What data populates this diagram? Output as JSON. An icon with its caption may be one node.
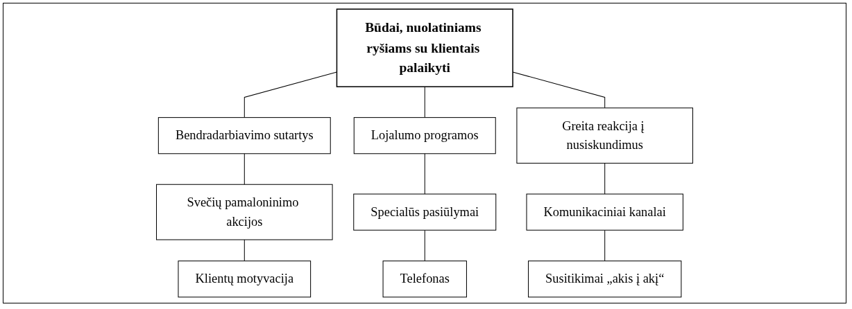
{
  "diagram": {
    "nodes": [
      {
        "text": [
          "Būdai, nuolatiniams ryšiams su klientais palaikyti"
        ]
      },
      {
        "text": [
          "Bendradarbiavimo sutartys"
        ]
      },
      {
        "text": [
          "Lojalumo programos"
        ]
      },
      {
        "text": [
          "Greita reakcija į nusiskundimus"
        ]
      },
      {
        "text": [
          "Svečių pamaloninimo akcijos"
        ]
      },
      {
        "text": [
          "Specialūs pasiūlymai"
        ]
      },
      {
        "text": [
          "Komunikaciniai kanalai"
        ]
      },
      {
        "text": [
          "Klientų motyvacija"
        ]
      },
      {
        "text": [
          "Telefonas"
        ]
      },
      {
        "text": [
          "Susitikimai „akis į akį“"
        ]
      }
    ],
    "edges": [
      {
        "from": 0,
        "to": 1,
        "arrow": "none"
      },
      {
        "from": 0,
        "to": 2,
        "arrow": "none"
      },
      {
        "from": 0,
        "to": 3,
        "arrow": "none"
      },
      {
        "from": 1,
        "to": 4,
        "arrow": "none"
      },
      {
        "from": 2,
        "to": 5,
        "arrow": "none"
      },
      {
        "from": 3,
        "to": 6,
        "arrow": "none"
      },
      {
        "from": 4,
        "to": 7,
        "arrow": "none"
      },
      {
        "from": 5,
        "to": 8,
        "arrow": "none"
      },
      {
        "from": 6,
        "to": 9,
        "arrow": "none"
      }
    ]
  }
}
